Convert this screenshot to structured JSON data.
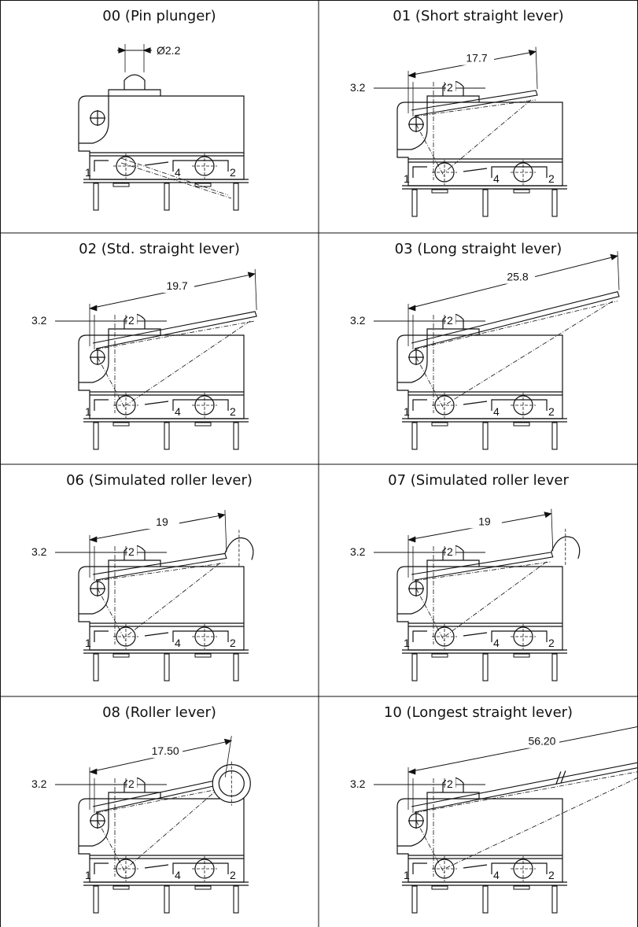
{
  "panels": [
    {
      "id": "00",
      "title": "00 (Pin plunger)",
      "type": "pin",
      "dim": "Ø2.2"
    },
    {
      "id": "01",
      "title": "01 (Short straight lever)",
      "type": "straight",
      "angle": 9,
      "len": 160,
      "dim_long": "17.7",
      "dim_a": "3.2",
      "dim_b": "2"
    },
    {
      "id": "02",
      "title": "02 (Std. straight lever)",
      "type": "straight",
      "angle": 11,
      "len": 210,
      "dim_long": "19.7",
      "dim_a": "3.2",
      "dim_b": "2"
    },
    {
      "id": "03",
      "title": "03 (Long straight lever)",
      "type": "straight",
      "angle": 14,
      "len": 270,
      "dim_long": "25.8",
      "dim_a": "3.2",
      "dim_b": "2"
    },
    {
      "id": "06",
      "title": "06 (Simulated roller lever)",
      "type": "simroller",
      "angle": 9,
      "len": 170,
      "dim_long": "19",
      "dim_a": "3.2",
      "dim_b": "2"
    },
    {
      "id": "07",
      "title": "07 (Simulated roller lever",
      "type": "simroller",
      "angle": 9,
      "len": 180,
      "dim_long": "19",
      "dim_a": "3.2",
      "dim_b": "2"
    },
    {
      "id": "08",
      "title": "08 (Roller lever)",
      "type": "roller",
      "angle": 12,
      "len": 170,
      "dim_long": "17.50",
      "dim_a": "3.2",
      "dim_b": "2"
    },
    {
      "id": "10",
      "title": "10 (Longest straight lever)",
      "type": "longest",
      "angle": 11,
      "len": 330,
      "dim_long": "56.20",
      "dim_a": "3.2",
      "dim_b": "2"
    }
  ],
  "pins": {
    "p1": "1",
    "p4": "4",
    "p2": "2"
  }
}
